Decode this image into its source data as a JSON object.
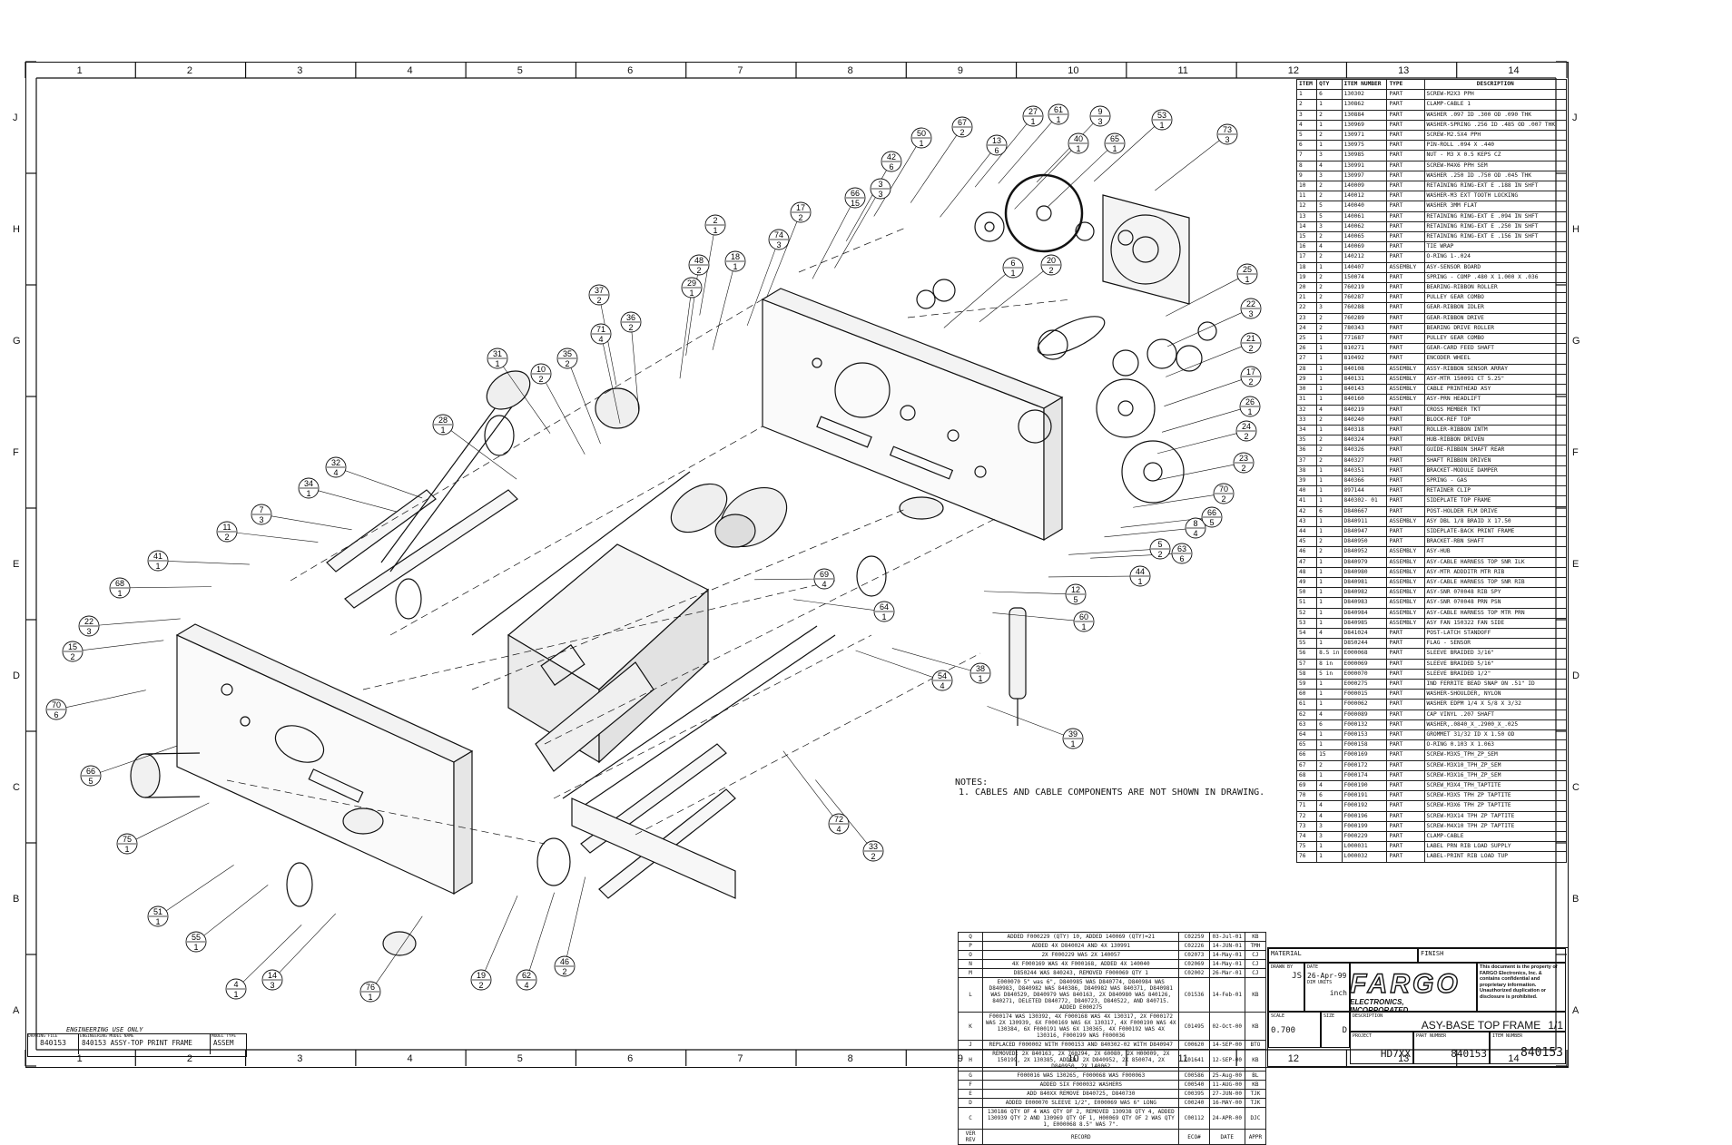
{
  "zones_top": [
    "1",
    "2",
    "3",
    "4",
    "5",
    "6",
    "7",
    "8",
    "9",
    "10",
    "11",
    "12",
    "13",
    "14"
  ],
  "zones_side": [
    "J",
    "H",
    "G",
    "F",
    "E",
    "D",
    "C",
    "B",
    "A"
  ],
  "bom": {
    "headers": [
      "ITEM",
      "QTY",
      "ITEM NUMBER",
      "TYPE",
      "DESCRIPTION"
    ],
    "rows": [
      [
        "1",
        "6",
        "130302",
        "PART",
        "SCREW-M2X3 PPH"
      ],
      [
        "2",
        "1",
        "130862",
        "PART",
        "CLAMP-CABLE 1"
      ],
      [
        "3",
        "2",
        "130884",
        "PART",
        "WASHER .097 ID .300 OD .090 THK"
      ],
      [
        "4",
        "1",
        "130969",
        "PART",
        "WASHER-SPRING .256 ID .485 OD .007 THK"
      ],
      [
        "5",
        "2",
        "130971",
        "PART",
        "SCREW-M2.5X4 PPH"
      ],
      [
        "6",
        "1",
        "130975",
        "PART",
        "PIN-ROLL .094 X .440"
      ],
      [
        "7",
        "3",
        "130985",
        "PART",
        "NUT - M3 X 0.5 KEPS CZ"
      ],
      [
        "8",
        "4",
        "130991",
        "PART",
        "SCREW-M4X6 PPH SEM"
      ],
      [
        "9",
        "3",
        "130997",
        "PART",
        "WASHER .250 ID .750 OD .045 THK"
      ],
      [
        "10",
        "2",
        "140009",
        "PART",
        "RETAINING RING-EXT E .188 IN SHFT"
      ],
      [
        "11",
        "2",
        "140012",
        "PART",
        "WASHER-M3 EXT TOOTH LOCKING"
      ],
      [
        "12",
        "5",
        "140040",
        "PART",
        "WASHER 3MM FLAT"
      ],
      [
        "13",
        "5",
        "140061",
        "PART",
        "RETAINING RING-EXT E .094 IN SHFT"
      ],
      [
        "14",
        "3",
        "140062",
        "PART",
        "RETAINING RING-EXT E .250 IN SHFT"
      ],
      [
        "15",
        "2",
        "140065",
        "PART",
        "RETAINING RING-EXT E .156 IN SHFT"
      ],
      [
        "16",
        "4",
        "140069",
        "PART",
        "TIE WRAP"
      ],
      [
        "17",
        "2",
        "140212",
        "PART",
        "O-RING 1-.024"
      ],
      [
        "18",
        "1",
        "140407",
        "ASSEMBLY",
        "ASY-SENSOR BOARD"
      ],
      [
        "19",
        "2",
        "150074",
        "PART",
        "SPRING - COMP .480 X 1.000 X .036"
      ],
      [
        "20",
        "2",
        "760219",
        "PART",
        "BEARING-RIBBON ROLLER"
      ],
      [
        "21",
        "2",
        "760287",
        "PART",
        "PULLEY GEAR COMBO"
      ],
      [
        "22",
        "3",
        "760288",
        "PART",
        "GEAR-RIBBON IDLER"
      ],
      [
        "23",
        "2",
        "760289",
        "PART",
        "GEAR-RIBBON DRIVE"
      ],
      [
        "24",
        "2",
        "780343",
        "PART",
        "BEARING DRIVE ROLLER"
      ],
      [
        "25",
        "1",
        "771687",
        "PART",
        "PULLEY GEAR COMBO"
      ],
      [
        "26",
        "1",
        "810271",
        "PART",
        "GEAR-CARD FEED SHAFT"
      ],
      [
        "27",
        "1",
        "810492",
        "PART",
        "ENCODER WHEEL"
      ],
      [
        "28",
        "1",
        "840108",
        "ASSEMBLY",
        "ASSY-RIBBON SENSOR ARRAY"
      ],
      [
        "29",
        "1",
        "840131",
        "ASSEMBLY",
        "ASY-MTR 150091 CT 5.25\""
      ],
      [
        "30",
        "1",
        "840143",
        "ASSEMBLY",
        "CABLE PRINTHEAD ASY"
      ],
      [
        "31",
        "1",
        "840160",
        "ASSEMBLY",
        "ASY-PRN HEADLIFT"
      ],
      [
        "32",
        "4",
        "840219",
        "PART",
        "CROSS MEMBER TKT"
      ],
      [
        "33",
        "2",
        "840240",
        "PART",
        "BLOCK-REF TOP"
      ],
      [
        "34",
        "1",
        "840318",
        "PART",
        "ROLLER-RIBBON INTM"
      ],
      [
        "35",
        "2",
        "840324",
        "PART",
        "HUB-RIBBON DRIVEN"
      ],
      [
        "36",
        "2",
        "840326",
        "PART",
        "GUIDE-RIBBON SHAFT REAR"
      ],
      [
        "37",
        "2",
        "840327",
        "PART",
        "SHAFT RIBBON DRIVEN"
      ],
      [
        "38",
        "1",
        "840351",
        "PART",
        "BRACKET-MODULE DAMPER"
      ],
      [
        "39",
        "1",
        "840366",
        "PART",
        "SPRING - GAS"
      ],
      [
        "40",
        "1",
        "897144",
        "PART",
        "RETAINER CLIP"
      ],
      [
        "41",
        "1",
        "840302- 01",
        "PART",
        "SIDEPLATE TOP FRAME"
      ],
      [
        "42",
        "6",
        "D840667",
        "PART",
        "POST-HOLDER FLM DRIVE"
      ],
      [
        "43",
        "1",
        "D840911",
        "ASSEMBLY",
        "ASY DBL 1/8 BRAID X 17.50"
      ],
      [
        "44",
        "1",
        "D840947",
        "PART",
        "SIDEPLATE-BACK PRINT FRAME"
      ],
      [
        "45",
        "2",
        "D840950",
        "PART",
        "BRACKET-RBN SHAFT"
      ],
      [
        "46",
        "2",
        "D840952",
        "ASSEMBLY",
        "ASY-HUB"
      ],
      [
        "47",
        "1",
        "D840979",
        "ASSEMBLY",
        "ASY-CABLE HARNESS TOP SNR ILK"
      ],
      [
        "48",
        "1",
        "D840980",
        "ASSEMBLY",
        "ASY-MTR ADDDITR MTR RIB"
      ],
      [
        "49",
        "1",
        "D840981",
        "ASSEMBLY",
        "ASY-CABLE HARNESS TOP SNR RIB"
      ],
      [
        "50",
        "1",
        "D840982",
        "ASSEMBLY",
        "ASY-SNR 070048 RIB SPY"
      ],
      [
        "51",
        "1",
        "D840983",
        "ASSEMBLY",
        "ASY-SNR 070048 PRN PSN"
      ],
      [
        "52",
        "1",
        "D840984",
        "ASSEMBLY",
        "ASY-CABLE HARNESS TOP MTR PRN"
      ],
      [
        "53",
        "1",
        "D840985",
        "ASSEMBLY",
        "ASY FAN 150322 FAN SIDE"
      ],
      [
        "54",
        "4",
        "D841024",
        "PART",
        "POST-LATCH STANDOFF"
      ],
      [
        "55",
        "1",
        "D850244",
        "PART",
        "FLAG - SENSOR"
      ],
      [
        "56",
        "8.5 in",
        "E000068",
        "PART",
        "SLEEVE BRAIDED 3/16\""
      ],
      [
        "57",
        "8 in",
        "E000069",
        "PART",
        "SLEEVE BRAIDED 5/16\""
      ],
      [
        "58",
        "5 in",
        "E000070",
        "PART",
        "SLEEVE BRAIDED 1/2\""
      ],
      [
        "59",
        "1",
        "E000275",
        "PART",
        "IND FERRITE BEAD SNAP ON .51\" ID"
      ],
      [
        "60",
        "1",
        "F000015",
        "PART",
        "WASHER-SHOULDER, NYLON"
      ],
      [
        "61",
        "1",
        "F000062",
        "PART",
        "WASHER EDPM 1/4 X 5/8 X 3/32"
      ],
      [
        "62",
        "4",
        "F000089",
        "PART",
        "CAP VINYL .207 SHAFT"
      ],
      [
        "63",
        "6",
        "F000132",
        "PART",
        "WASHER,.0840_X_.2900_X_.025"
      ],
      [
        "64",
        "1",
        "F000153",
        "PART",
        "GROMMET 31/32 ID X 1.50 OD"
      ],
      [
        "65",
        "1",
        "F000158",
        "PART",
        "O-RING 0.103 X 1.063"
      ],
      [
        "66",
        "15",
        "F000169",
        "PART",
        "SCREW-M3X5_TPH_ZP_SEM"
      ],
      [
        "67",
        "2",
        "F000172",
        "PART",
        "SCREW-M3X10_TPH_ZP_SEM"
      ],
      [
        "68",
        "1",
        "F000174",
        "PART",
        "SCREW-M3X16_TPH_ZP_SEM"
      ],
      [
        "69",
        "4",
        "F000190",
        "PART",
        "SCREW_M3X4_TPH_TAPTITE"
      ],
      [
        "70",
        "6",
        "F000191",
        "PART",
        "SCREW-M3X5 TPH ZP TAPTITE"
      ],
      [
        "71",
        "4",
        "F000192",
        "PART",
        "SCREW-M3X6 TPH ZP TAPTITE"
      ],
      [
        "72",
        "4",
        "F000196",
        "PART",
        "SCREW-M3X14 TPH ZP TAPTITE"
      ],
      [
        "73",
        "3",
        "F000199",
        "PART",
        "SCREW-M4X10 TPH ZP TAPTITE"
      ],
      [
        "74",
        "3",
        "F000229",
        "PART",
        "CLAMP-CABLE"
      ],
      [
        "75",
        "1",
        "L000031",
        "PART",
        "LABEL PRN RIB LOAD SUPPLY"
      ],
      [
        "76",
        "1",
        "L000032",
        "PART",
        "LABEL-PRINT RIB LOAD TUP"
      ]
    ]
  },
  "notes": {
    "title": "NOTES:",
    "line1": "1. CABLES AND CABLE COMPONENTS ARE NOT SHOWN IN DRAWING."
  },
  "revisions": [
    [
      "Q",
      "ADDED F000229 (QTY) 10, ADDED 140069 (QTY)=21",
      "C02259",
      "03-Jul-01",
      "KB"
    ],
    [
      "P",
      "ADDED 4X D840024 AND 4X 130991",
      "C02226",
      "14-JUN-01",
      "TMH"
    ],
    [
      "O",
      "2X F000229 WAS 2X 140057",
      "C02073",
      "14-May-01",
      "CJ"
    ],
    [
      "N",
      "4X F000169 WAS 4X F000168, ADDED 4X 140040",
      "C02069",
      "14-May-01",
      "CJ"
    ],
    [
      "M",
      "D850244 WAS 840243, REMOVED F000069 QTY 1",
      "C02002",
      "26-Mar-01",
      "CJ"
    ],
    [
      "L",
      "E000070 5\" was 6\", D840985 WAS D840774, D840984 WAS D840983, D840982 WAS 840386, D840982 WAS 840371, D840981 WAS D840529, D840979 WAS 840163, 2X D840980 WAS 840126, 840271, DELETED D840772, D840723, D840522, AND 840715. ADDED E000275",
      "C01536",
      "14-Feb-01",
      "KB"
    ],
    [
      "K",
      "F000174 WAS 130392, 4X F000168 WAS 4X 130317, 2X F000172 WAS 2X 130939, 6X F000169 WAS 6X 130317, 4X F000190 WAS 4X 130384, 6X F000191 WAS 6X 130365, 4X F000192 WAS 4X 130316, F000199 WAS F000036",
      "C01495",
      "02-Oct-00",
      "KB"
    ],
    [
      "J",
      "REPLACED F000002 WITH F000153 AND 840302-02 WITH D840947",
      "C00620",
      "14-SEP-00",
      "BTO"
    ],
    [
      "H",
      "REMOVED: 2X 840163, 2X 760294, 2X 60080, 2X H00009, 2X 150199, 2X 130385, ADDED: 2X D840952, 2X 850074, 2X D840950, 2X 140062",
      "C01641",
      "12-SEP-00",
      "KB"
    ],
    [
      "G",
      "F000016 WAS 130265, F000068 WAS F000063",
      "C00586",
      "25-Aug-00",
      "BL"
    ],
    [
      "F",
      "ADDED SIX F000032 WASHERS",
      "C00540",
      "11-AUG-00",
      "KB"
    ],
    [
      "E",
      "ADD 840XX REMOVE D840725, D840730",
      "C00395",
      "27-JUN-00",
      "TJK"
    ],
    [
      "D",
      "ADDED E000070 SLEEVE 1/2\", E000069 WAS 6\" LONG",
      "C00240",
      "16-MAY-00",
      "TJK"
    ],
    [
      "C",
      "130186 QTY OF 4 WAS QTY OF 2, REMOVED 130938 QTY 4, ADDED 130939 QTY 2 AND 130969 QTY OF 1, H00069 QTY OF 2 WAS QTY 1, E000068 8.5\" WAS 7\".",
      "C00112",
      "24-APR-00",
      "DJC"
    ]
  ],
  "rev_footer": {
    "ver": "VER",
    "rev": "REV",
    "record": "RECORD",
    "eco": "ECO#",
    "date": "DATE",
    "appr": "APPR"
  },
  "title_block": {
    "material": "MATERIAL",
    "finish": "FINISH",
    "drawn_by_lbl": "DRAWN BY",
    "drawn_by": "JS",
    "date_lbl": "DATE",
    "date": "26-Apr-99",
    "dim_units_lbl": "DIM UNITS",
    "dim_units": "inch",
    "scale_lbl": "SCALE",
    "scale": "0.700",
    "size_lbl": "SIZE",
    "size": "D",
    "company": "FARGO",
    "company_sub": "ELECTRONICS, INCORPORATED",
    "notice": "This document is the property of FARGO Electronics, Inc. & contains confidential and proprietary information. Unauthorized duplication or disclosure is prohibited.",
    "description_lbl": "DESCRIPTION",
    "description": "ASY-BASE TOP FRAME",
    "sheet": "1/1",
    "project_lbl": "PROJECT",
    "project": "HD7XX",
    "part_number_lbl": "PART NUMBER",
    "part_number": "840153",
    "item_number_lbl": "ITEM NUMBER",
    "item_number": "840153"
  },
  "eng_box": {
    "title": "ENGINEERING USE ONLY",
    "drawing_file_lbl": "DRAWING FILE",
    "drawing_file": "840153",
    "eng_model_lbl": "ENGINEERING MODEL NAME",
    "eng_model": "840153 ASSY-TOP PRINT FRAME",
    "model_type_lbl": "MODEL TYPE",
    "model_type": "ASSEM"
  },
  "balloons": [
    [
      "73",
      "3"
    ],
    [
      "53",
      "1"
    ],
    [
      "65",
      "1"
    ],
    [
      "9",
      "3"
    ],
    [
      "40",
      "1"
    ],
    [
      "61",
      "1"
    ],
    [
      "27",
      "1"
    ],
    [
      "13",
      "6"
    ],
    [
      "67",
      "2"
    ],
    [
      "50",
      "1"
    ],
    [
      "42",
      "6"
    ],
    [
      "3",
      "3"
    ],
    [
      "66",
      "15"
    ],
    [
      "17",
      "2"
    ],
    [
      "2",
      "1"
    ],
    [
      "74",
      "3"
    ],
    [
      "18",
      "1"
    ],
    [
      "48",
      "2"
    ],
    [
      "29",
      "1"
    ],
    [
      "37",
      "2"
    ],
    [
      "36",
      "2"
    ],
    [
      "71",
      "4"
    ],
    [
      "35",
      "2"
    ],
    [
      "10",
      "2"
    ],
    [
      "31",
      "1"
    ],
    [
      "28",
      "1"
    ],
    [
      "32",
      "4"
    ],
    [
      "34",
      "1"
    ],
    [
      "7",
      "3"
    ],
    [
      "11",
      "2"
    ],
    [
      "41",
      "1"
    ],
    [
      "68",
      "1"
    ],
    [
      "22",
      "3"
    ],
    [
      "15",
      "2"
    ],
    [
      "70",
      "6"
    ],
    [
      "66",
      "5"
    ],
    [
      "75",
      "1"
    ],
    [
      "51",
      "1"
    ],
    [
      "55",
      "1"
    ],
    [
      "4",
      "1"
    ],
    [
      "14",
      "3"
    ],
    [
      "76",
      "1"
    ],
    [
      "19",
      "2"
    ],
    [
      "62",
      "4"
    ],
    [
      "46",
      "2"
    ],
    [
      "72",
      "4"
    ],
    [
      "33",
      "2"
    ],
    [
      "39",
      "1"
    ],
    [
      "38",
      "1"
    ],
    [
      "54",
      "4"
    ],
    [
      "64",
      "1"
    ],
    [
      "69",
      "4"
    ],
    [
      "60",
      "1"
    ],
    [
      "12",
      "5"
    ],
    [
      "44",
      "1"
    ],
    [
      "5",
      "2"
    ],
    [
      "63",
      "6"
    ],
    [
      "8",
      "4"
    ],
    [
      "66",
      "5"
    ],
    [
      "70",
      "2"
    ],
    [
      "23",
      "2"
    ],
    [
      "24",
      "2"
    ],
    [
      "26",
      "1"
    ],
    [
      "17",
      "2"
    ],
    [
      "21",
      "2"
    ],
    [
      "22",
      "3"
    ],
    [
      "25",
      "1"
    ],
    [
      "20",
      "2"
    ],
    [
      "6",
      "1"
    ]
  ]
}
